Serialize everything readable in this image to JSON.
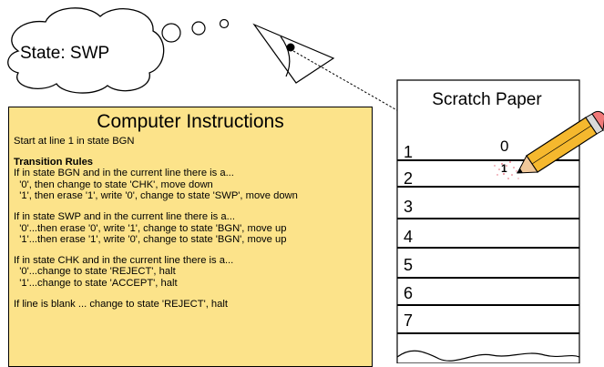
{
  "thought": {
    "text": "State: SWP"
  },
  "instructions": {
    "title": "Computer Instructions",
    "start": "Start at line 1 in state BGN",
    "rules_heading": "Transition Rules",
    "blocks": [
      [
        "If in state BGN and in the current line there is a...",
        "  '0', then change to state 'CHK', move down",
        "  '1', then erase '1', write '0', change to state 'SWP', move down"
      ],
      [
        "If in state SWP and in the current line there is a...",
        "  '0'...then erase '0', write '1', change to state 'BGN', move up",
        "  '1'...then erase '1', write '0', change to state 'BGN', move up"
      ],
      [
        "If in state CHK and in the current line there is a...",
        "  '0'...change to state 'REJECT', halt",
        "  '1'...change to state 'ACCEPT', halt"
      ],
      [
        "If line is blank ... change to state 'REJECT', halt"
      ]
    ]
  },
  "scratch_paper": {
    "title": "Scratch Paper",
    "line_numbers": [
      "1",
      "2",
      "3",
      "4",
      "5",
      "6",
      "7"
    ],
    "cell_line1": "0",
    "cell_line2_erased": "1"
  },
  "colors": {
    "instructions_bg": "#fce38a",
    "pencil_body": "#f5b82e",
    "pencil_eraser": "#f07878"
  }
}
